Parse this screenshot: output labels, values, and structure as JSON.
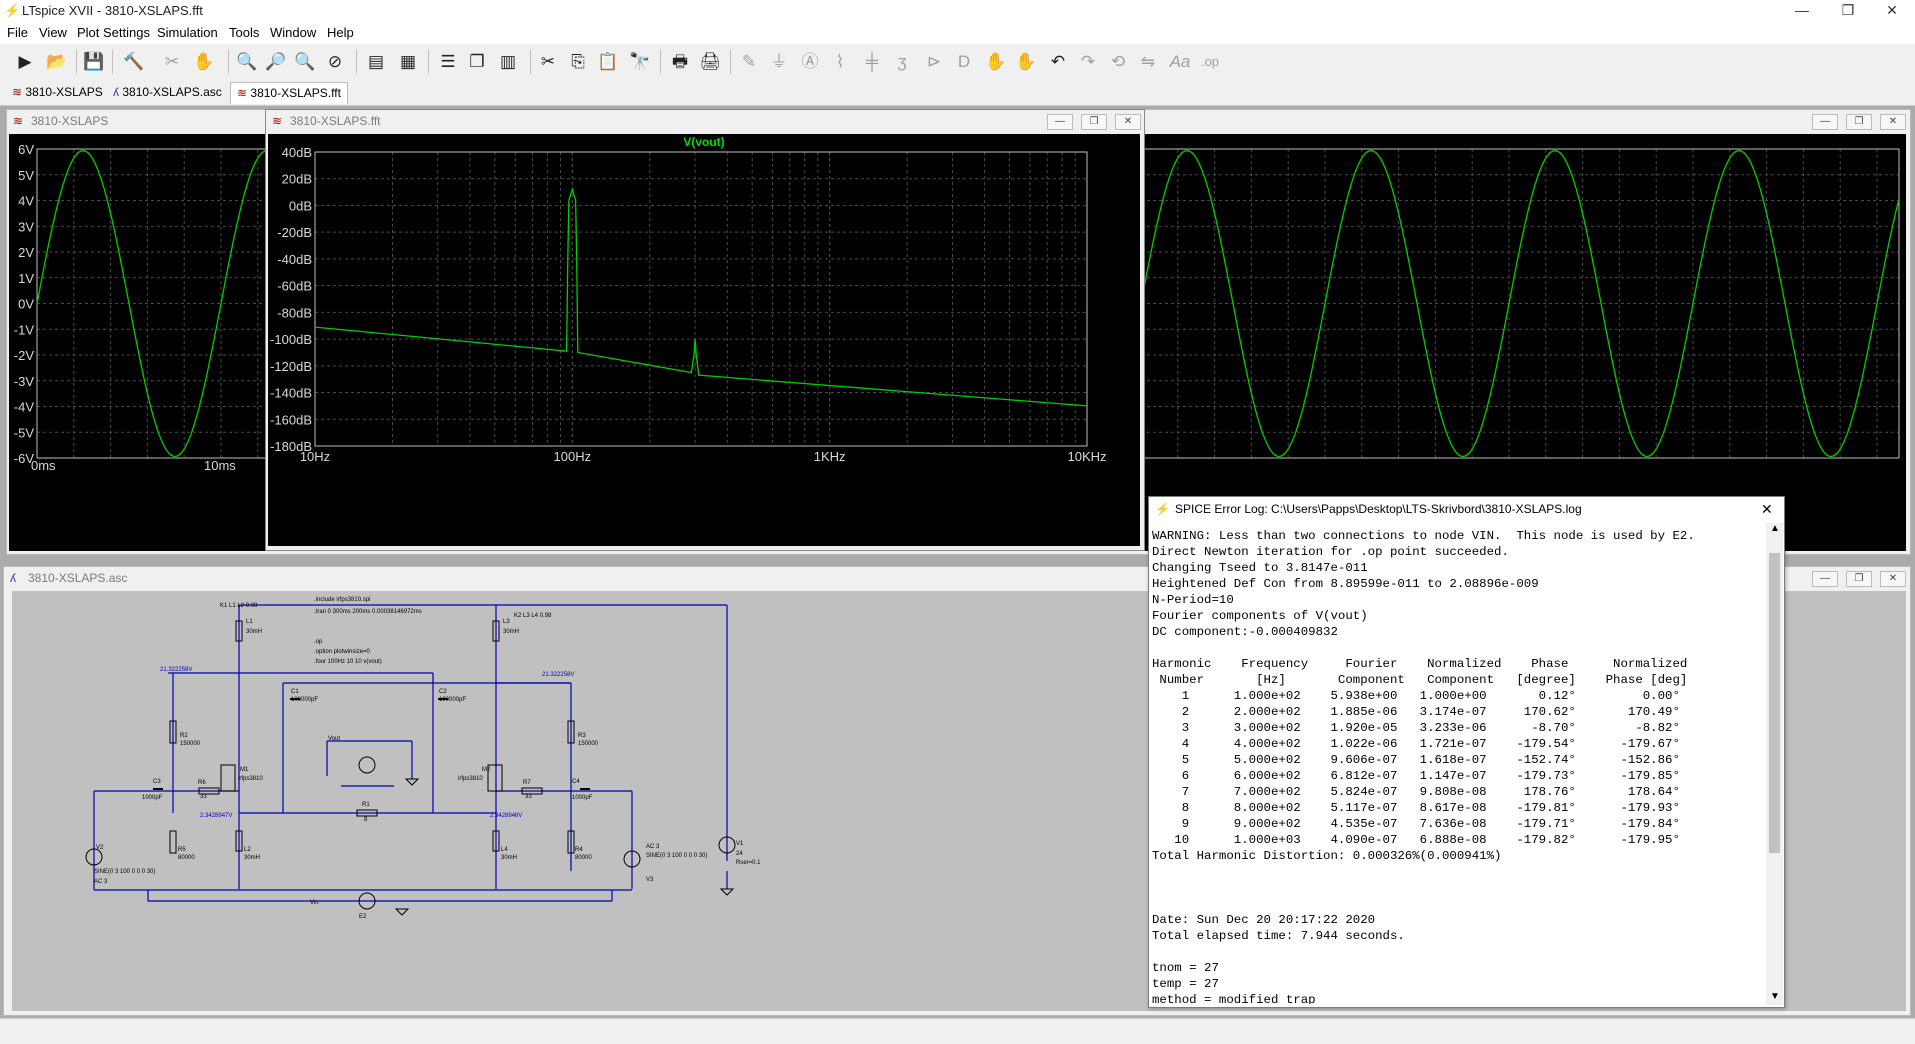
{
  "app": {
    "title": "LTspice XVII - 3810-XSLAPS.fft",
    "min_icon": "—",
    "max_icon": "❐",
    "close_icon": "✕"
  },
  "menu": [
    "File",
    "View",
    "Plot Settings",
    "Simulation",
    "Tools",
    "Window",
    "Help"
  ],
  "tabs": [
    {
      "label": "3810-XSLAPS"
    },
    {
      "label": "3810-XSLAPS.asc"
    },
    {
      "label": "3810-XSLAPS.fft"
    }
  ],
  "windows": {
    "transient": {
      "title": "3810-XSLAPS"
    },
    "fft": {
      "title": "3810-XSLAPS.fft"
    },
    "schematic": {
      "title": "3810-XSLAPS.asc"
    }
  },
  "chart_data": [
    {
      "type": "line",
      "name": "transient",
      "ylim": [
        -6,
        6
      ],
      "ytick_labels": [
        "6V",
        "5V",
        "4V",
        "3V",
        "2V",
        "1V",
        "0V",
        "-1V",
        "-2V",
        "-3V",
        "-4V",
        "-5V",
        "-6V"
      ],
      "xtick_labels": [
        "0ms",
        "10ms"
      ],
      "series": [
        {
          "amplitude_V": 5.94,
          "frequency_Hz": 100,
          "color": "#00d000"
        }
      ],
      "grid": true
    },
    {
      "type": "line",
      "title": "V(vout)",
      "xscale": "log",
      "xlim": [
        10,
        10000
      ],
      "ylim": [
        -180,
        40
      ],
      "ytick_labels": [
        "40dB",
        "20dB",
        "0dB",
        "-20dB",
        "-40dB",
        "-60dB",
        "-80dB",
        "-100dB",
        "-120dB",
        "-140dB",
        "-160dB",
        "-180dB"
      ],
      "xtick_labels": [
        "10Hz",
        "100Hz",
        "1KHz",
        "10KHz"
      ],
      "series": [
        {
          "name": "V(vout)",
          "color": "#00d000",
          "points": [
            [
              10,
              -91
            ],
            [
              95,
              -109
            ],
            [
              96,
              -40
            ],
            [
              97,
              4
            ],
            [
              100,
              12
            ],
            [
              103,
              4
            ],
            [
              104,
              -40
            ],
            [
              105,
              -110
            ],
            [
              290,
              -125
            ],
            [
              297,
              -112
            ],
            [
              300,
              -100
            ],
            [
              303,
              -112
            ],
            [
              310,
              -127
            ],
            [
              10000,
              -150
            ]
          ]
        }
      ],
      "grid": true
    }
  ],
  "log": {
    "title": "SPICE Error Log: C:\\Users\\Papps\\Desktop\\LTS-Skrivbord\\3810-XSLAPS.log",
    "lines": [
      "WARNING: Less than two connections to node VIN.  This node is used by E2.",
      "Direct Newton iteration for .op point succeeded.",
      "Changing Tseed to 3.8147e-011",
      "Heightened Def Con from 8.89599e-011 to 2.08896e-009",
      "N-Period=10",
      "Fourier components of V(vout)",
      "DC component:-0.000409832",
      "",
      "Harmonic    Frequency     Fourier    Normalized    Phase      Normalized",
      " Number       [Hz]       Component   Component   [degree]    Phase [deg]",
      "    1      1.000e+02    5.938e+00   1.000e+00       0.12°         0.00°",
      "    2      2.000e+02    1.885e-06   3.174e-07     170.62°       170.49°",
      "    3      3.000e+02    1.920e-05   3.233e-06      -8.70°        -8.82°",
      "    4      4.000e+02    1.022e-06   1.721e-07    -179.54°      -179.67°",
      "    5      5.000e+02    9.606e-07   1.618e-07    -152.74°      -152.86°",
      "    6      6.000e+02    6.812e-07   1.147e-07    -179.73°      -179.85°",
      "    7      7.000e+02    5.824e-07   9.808e-08     178.76°       178.64°",
      "    8      8.000e+02    5.117e-07   8.617e-08    -179.81°      -179.93°",
      "    9      9.000e+02    4.535e-07   7.636e-08    -179.71°      -179.84°",
      "   10      1.000e+03    4.090e-07   6.888e-08    -179.82°      -179.95°",
      "Total Harmonic Distortion: 0.000326%(0.000941%)",
      "",
      "",
      "",
      "Date: Sun Dec 20 20:17:22 2020",
      "Total elapsed time: 7.944 seconds.",
      "",
      "tnom = 27",
      "temp = 27",
      "method = modified trap"
    ]
  },
  "schematic": {
    "directives": [
      ".include irfps3810.spi",
      ".tran 0 300ms 200ms 0.00038146972ms",
      ".op",
      ".option plotwinsize=0",
      ".four 100Hz 10 10 v(vout)"
    ],
    "labels": [
      {
        "t": "K1 L1 L2 0.98"
      },
      {
        "t": "K2 L3 L4 0.98"
      },
      {
        "t": "L1"
      },
      {
        "t": "30mH"
      },
      {
        "t": "L3"
      },
      {
        "t": "30mH"
      },
      {
        "t": "21.322258V"
      },
      {
        "t": "21.322258V"
      },
      {
        "t": "C1"
      },
      {
        "t": "100000pF"
      },
      {
        "t": "C2"
      },
      {
        "t": "100000pF"
      },
      {
        "t": "R2"
      },
      {
        "t": "150000"
      },
      {
        "t": "R3"
      },
      {
        "t": "150000"
      },
      {
        "t": "Vout"
      },
      {
        "t": "M1"
      },
      {
        "t": "irfps3810"
      },
      {
        "t": "M2"
      },
      {
        "t": "irfps3810"
      },
      {
        "t": "R6"
      },
      {
        "t": "33"
      },
      {
        "t": "R7"
      },
      {
        "t": "33"
      },
      {
        "t": "C3"
      },
      {
        "t": "1000pF"
      },
      {
        "t": "C4"
      },
      {
        "t": "1000pF"
      },
      {
        "t": "R1"
      },
      {
        "t": "8"
      },
      {
        "t": "2.3428947V"
      },
      {
        "t": "2.3428946V"
      },
      {
        "t": "L2"
      },
      {
        "t": "30mH"
      },
      {
        "t": "L4"
      },
      {
        "t": "30mH"
      },
      {
        "t": "R5"
      },
      {
        "t": "80000"
      },
      {
        "t": "R4"
      },
      {
        "t": "80000"
      },
      {
        "t": "V2"
      },
      {
        "t": "SINE(0 3 100 0 0 0 30)"
      },
      {
        "t": "AC 3"
      },
      {
        "t": "AC 3"
      },
      {
        "t": "SINE(0 3 100 0 0 0 30)"
      },
      {
        "t": "V3"
      },
      {
        "t": "V1"
      },
      {
        "t": "24"
      },
      {
        "t": "Rser=0.1"
      },
      {
        "t": "Vin"
      },
      {
        "t": "E2"
      }
    ]
  },
  "colors": {
    "trace": "#00d000",
    "grid": "#5a5a5a",
    "wire": "#0000b0",
    "schem_bg": "#c0c0c0"
  }
}
